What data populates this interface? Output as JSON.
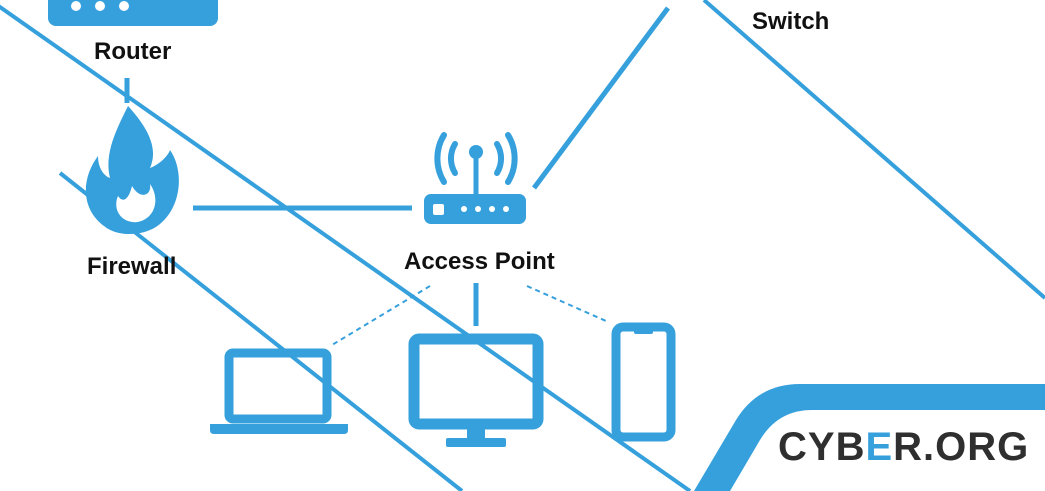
{
  "colors": {
    "accent": "#35a0dc",
    "text": "#111111",
    "logo_text": "#2f2f2f",
    "background": "#ffffff"
  },
  "labels": {
    "router": "Router",
    "switch": "Switch",
    "firewall": "Firewall",
    "access_point": "Access Point"
  },
  "logo": {
    "prefix": "CYB",
    "accent": "E",
    "suffix": "R.ORG"
  },
  "icons": [
    "router-icon",
    "flame-icon",
    "wifi-access-point-icon",
    "laptop-icon",
    "monitor-icon",
    "smartphone-icon"
  ]
}
